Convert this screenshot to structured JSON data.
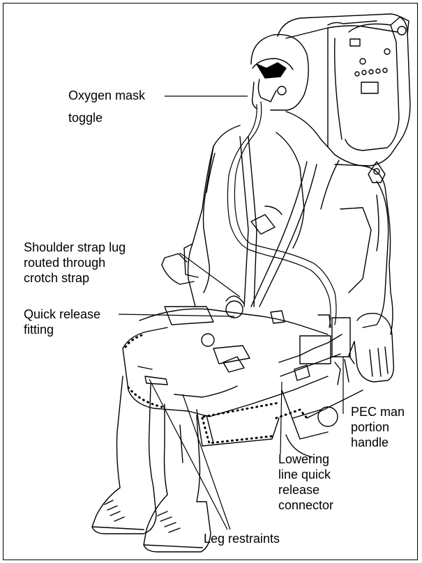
{
  "callouts": {
    "oxygen_mask_toggle": [
      "Oxygen mask",
      "toggle"
    ],
    "shoulder_strap_lug": [
      "Shoulder strap lug",
      "routed through",
      "crotch strap"
    ],
    "quick_release_fitting": [
      "Quick release",
      "fitting"
    ],
    "pec_man_portion_handle": [
      "PEC man",
      "portion",
      "handle"
    ],
    "lowering_line_connector": [
      "Lowering",
      "line quick",
      "release",
      "connector"
    ],
    "leg_restraints": [
      "Leg restraints"
    ]
  },
  "colors": {
    "line": "#000000",
    "background": "#ffffff"
  }
}
